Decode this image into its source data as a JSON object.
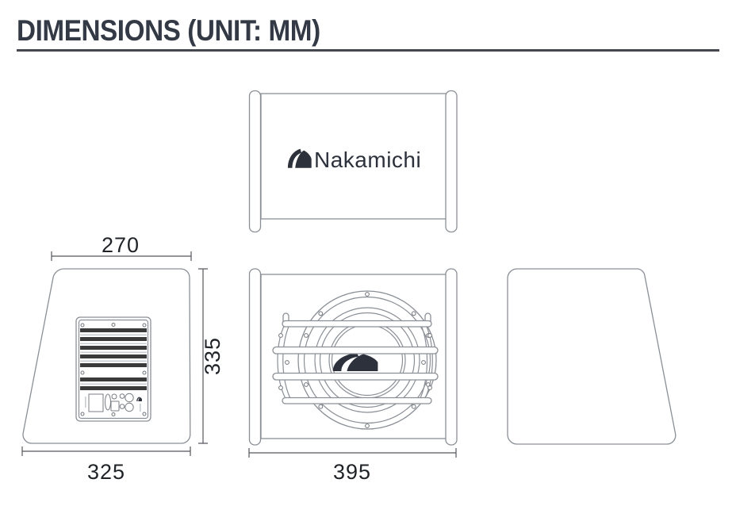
{
  "page": {
    "title": "DIMENSIONS (UNIT: MM)"
  },
  "brand": {
    "wordmark": "Nakamichi"
  },
  "dimensions": {
    "side_top_width": "270",
    "side_height": "335",
    "side_bottom_width": "325",
    "front_width": "395"
  },
  "colors": {
    "title_text": "#333a46",
    "title_rule": "#45484f",
    "object_line": "#8a8f96",
    "dimension_line": "#55585e",
    "dimension_text": "#1f2328",
    "heatsink_fin": "#3a3a3a",
    "logo": "#2c313c"
  },
  "icons": {
    "logo_emblem": "nakamichi-crescent-logo-icon",
    "screws": "screw-head-icon"
  }
}
